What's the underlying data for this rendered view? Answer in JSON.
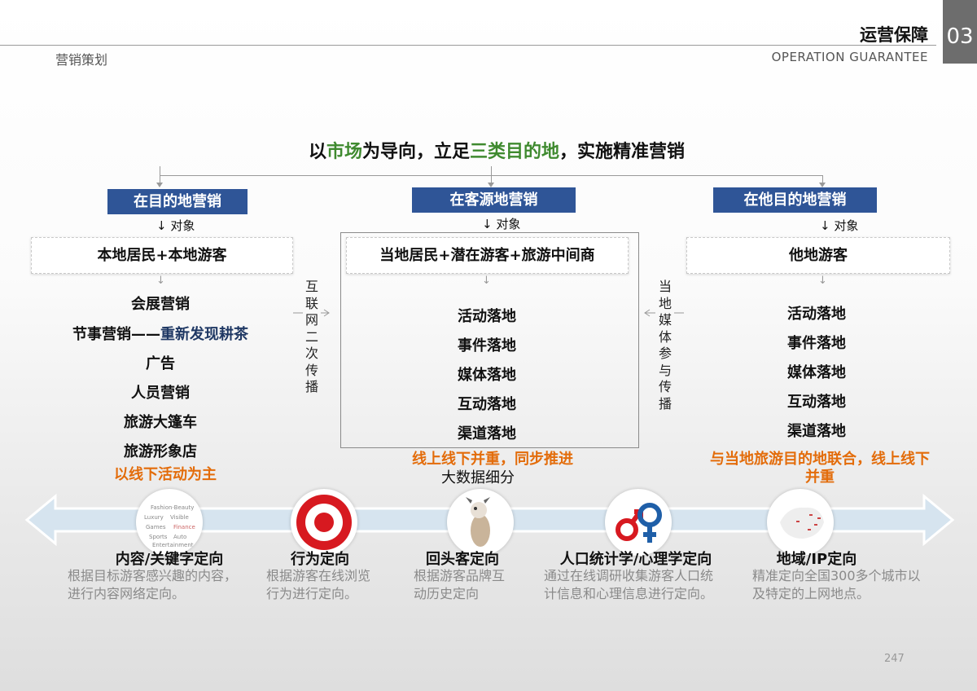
{
  "header": {
    "section": "营销策划",
    "title_cn": "运营保障",
    "title_en": "OPERATION GUARANTEE",
    "chapter": "03"
  },
  "main_title": {
    "part1": "以",
    "part2": "市场",
    "part3": "为导向，立足",
    "part4": "三类目的地",
    "part5": "，实施精准营销"
  },
  "columns": [
    {
      "heading": "在目的地营销",
      "object_label": "对象",
      "target": "本地居民+本地游客",
      "items": [
        "会展营销",
        "节事营销——",
        "广告",
        "人员营销",
        "旅游大篷车",
        "旅游形象店"
      ],
      "highlight": "重新发现耕茶",
      "summary": "以线下活动为主"
    },
    {
      "heading": "在客源地营销",
      "object_label": "对象",
      "target": "当地居民+潜在游客+旅游中间商",
      "items": [
        "活动落地",
        "事件落地",
        "媒体落地",
        "互动落地",
        "渠道落地"
      ],
      "summary": "线上线下并重，同步推进",
      "sub": "大数据细分"
    },
    {
      "heading": "在他目的地营销",
      "object_label": "对象",
      "target": "他地游客",
      "items": [
        "活动落地",
        "事件落地",
        "媒体落地",
        "互动落地",
        "渠道落地"
      ],
      "summary_line1": "与当地旅游目的地联合，线上线下",
      "summary_line2": "并重"
    }
  ],
  "side_labels": {
    "left": "互联网二次传播",
    "right": "当地媒体参与传播"
  },
  "targeting": [
    {
      "label": "内容/关键字定向",
      "desc1": "根据目标游客感兴趣的内容，",
      "desc2": "进行内容网络定向。",
      "icon": "word-cloud-icon"
    },
    {
      "label": "行为定向",
      "desc1": "根据游客在线浏览",
      "desc2": "行为进行定向。",
      "icon": "target-icon"
    },
    {
      "label": "回头客定向",
      "desc1": "根据游客品牌互",
      "desc2": "动历史定向",
      "icon": "dog-icon"
    },
    {
      "label": "人口统计学/心理学定向",
      "desc1": "通过在线调研收集游客人口统",
      "desc2": "计信息和心理信息进行定向。",
      "icon": "gender-icon"
    },
    {
      "label": "地域/IP定向",
      "desc1": "精准定向全国300多个城市以",
      "desc2": "及特定的上网地点。",
      "icon": "map-icon"
    }
  ],
  "page_number": "247",
  "colors": {
    "blue": "#2f5597",
    "green": "#3f8a2f",
    "orange": "#e36c0a",
    "navy": "#1f3864"
  }
}
